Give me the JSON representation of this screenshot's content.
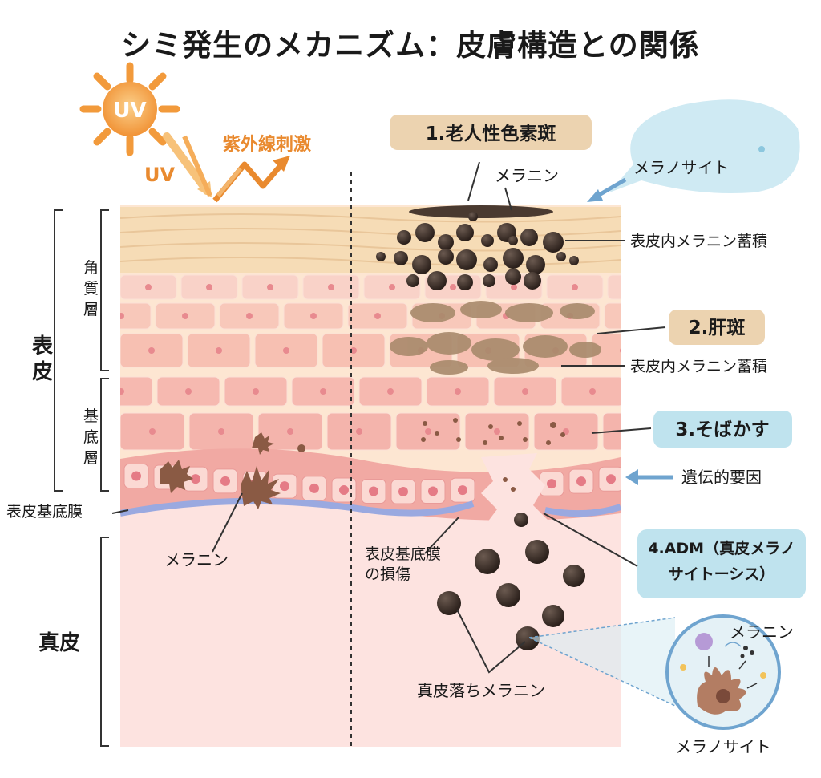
{
  "title": "シミ発生のメカニズム：皮膚構造との関係",
  "sun": {
    "label": "UV"
  },
  "uv_rays": {
    "uv_label": "UV",
    "stimulus_label": "紫外線刺激"
  },
  "layers": {
    "epidermis": "表皮",
    "stratum_corneum": "角質層",
    "basal_layer": "基底層",
    "basement_membrane": "表皮基底膜",
    "dermis": "真皮"
  },
  "left_labels": {
    "melanin": "メラニン"
  },
  "types": [
    {
      "label": "1.老人性色素斑",
      "detail": "表皮内メラニン蓄積"
    },
    {
      "label": "2.肝斑",
      "detail": "表皮内メラニン蓄積"
    },
    {
      "label": "3.そばかす"
    },
    {
      "label": "4.ADM（真皮メラノサイトーシス）"
    }
  ],
  "callouts": {
    "melanin_top": "メラニン",
    "melanocyte_bubble": "メラノサイト",
    "genetic": "遺伝的要因",
    "membrane_damage_1": "表皮基底膜",
    "membrane_damage_2": "の損傷",
    "dermal_melanin": "真皮落ちメラニン",
    "inset_melanin": "メラニン",
    "inset_melanocyte": "メラノサイト"
  },
  "colors": {
    "stratum_top": "#f6dcb6",
    "epidermis_bg": "#fde3cf",
    "cell": "#f7c2b4",
    "basal_band": "#f1a9a3",
    "membrane": "#9aa9e0",
    "dermis": "#fde3e0",
    "melanin": "#3a2a22",
    "sun": "#f29a3b",
    "accent_blue": "#6fa4cf"
  }
}
